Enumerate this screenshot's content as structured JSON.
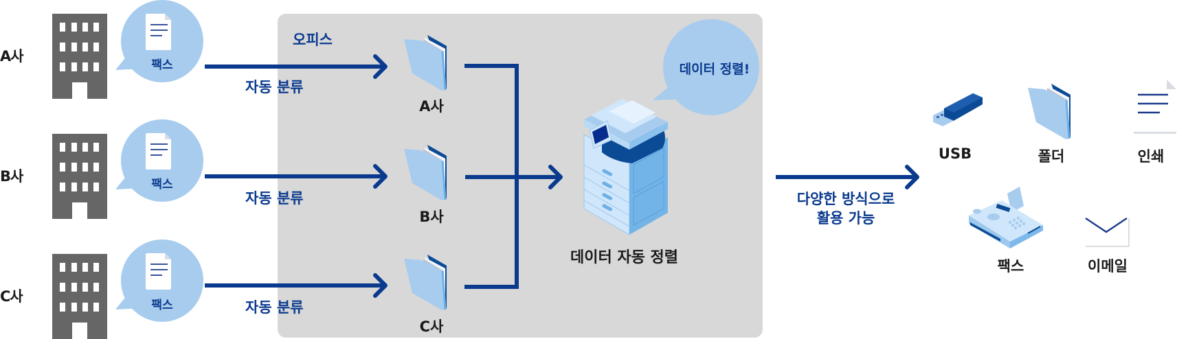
{
  "colors": {
    "accent_blue": "#0a3a8e",
    "bubble_blue": "#a8ccee",
    "panel_gray": "#d8d8d8",
    "building_gray": "#666666"
  },
  "sources": [
    {
      "company": "A사",
      "bubble_label": "팩스",
      "route_label": "자동 분류",
      "icon": "building-icon"
    },
    {
      "company": "B사",
      "bubble_label": "팩스",
      "route_label": "자동 분류",
      "icon": "building-icon"
    },
    {
      "company": "C사",
      "bubble_label": "팩스",
      "route_label": "자동 분류",
      "icon": "building-icon"
    }
  ],
  "office": {
    "title": "오피스",
    "folders": [
      {
        "label": "A사",
        "icon": "folder-icon"
      },
      {
        "label": "B사",
        "icon": "folder-icon"
      },
      {
        "label": "C사",
        "icon": "folder-icon"
      }
    ],
    "speech_bubble": "데이터 정렬!",
    "device_label": "데이터 자동 정렬",
    "device_icon": "multifunction-printer-icon"
  },
  "output": {
    "arrow_label_line1": "다양한 방식으로",
    "arrow_label_line2": "활용 가능",
    "destinations": [
      {
        "label": "USB",
        "icon": "usb-drive-icon"
      },
      {
        "label": "폴더",
        "icon": "folder-icon"
      },
      {
        "label": "인쇄",
        "icon": "document-icon"
      },
      {
        "label": "팩스",
        "icon": "fax-machine-icon"
      },
      {
        "label": "이메일",
        "icon": "envelope-icon"
      }
    ]
  }
}
